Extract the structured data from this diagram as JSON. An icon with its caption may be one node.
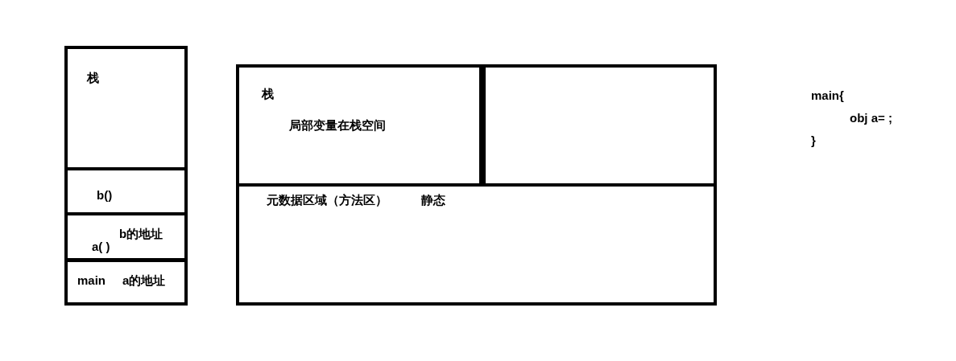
{
  "diagram": {
    "nodes": [
      {
        "text": [
          "栈"
        ]
      },
      {
        "text": [
          "b()"
        ]
      },
      {
        "text": [
          "a( )",
          "b的地址"
        ]
      },
      {
        "text": [
          "main",
          "a的地址"
        ]
      },
      {
        "text": [
          "栈",
          "局部变量在栈空间"
        ]
      },
      {
        "text": [],
        "shape": "box"
      },
      {
        "text": [
          "元数据区域（方法区）",
          "静态"
        ]
      }
    ],
    "edges": [],
    "labels": [
      "main{",
      "obj a= ;",
      "}"
    ]
  }
}
